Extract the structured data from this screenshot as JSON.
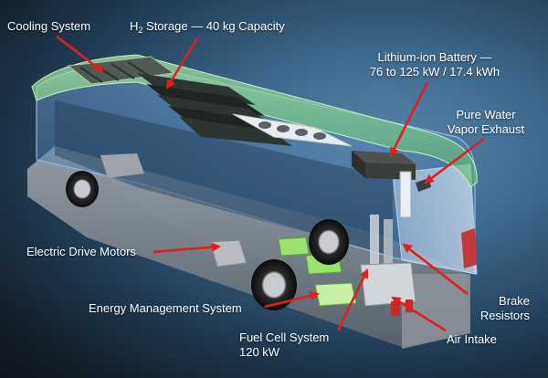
{
  "labels": {
    "cooling_system": "Cooling System",
    "h2_storage": {
      "prefix": "H",
      "subscript": "2",
      "suffix": " Storage — 40 kg Capacity"
    },
    "lithium_battery": {
      "line1": "Lithium-ion Battery —",
      "line2": "76 to 125 kW / 17.4 kWh"
    },
    "exhaust": {
      "line1": "Pure Water",
      "line2": "Vapor Exhaust"
    },
    "electric_drive_motors": "Electric Drive Motors",
    "energy_management": "Energy Management System",
    "fuel_cell": {
      "line1": "Fuel Cell System",
      "line2": "120 kW"
    },
    "brake_resistors": {
      "line1": "Brake",
      "line2": "Resistors"
    },
    "air_intake": "Air Intake"
  },
  "colors": {
    "callout_arrow": "#e0201f",
    "label_text": "#ffffff",
    "roof_green": "#7fd08a",
    "body_blue": "#4d8bc4",
    "component_green": "#9be36b"
  }
}
